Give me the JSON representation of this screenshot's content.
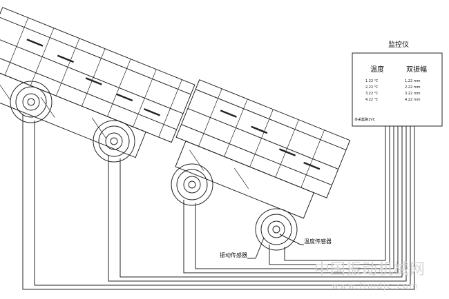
{
  "monitor": {
    "title": "监控仪",
    "temp_header": "温度",
    "amp_header": "双振幅",
    "temperatures": [
      "1.22 ℃",
      "2.22 ℃",
      "3.22 ℃",
      "4.22 ℃"
    ],
    "amplitudes": [
      "1.22 mm",
      "2.22 mm",
      "3.22 mm",
      "4.22 mm"
    ],
    "footer": "多采集路1VC"
  },
  "labels": {
    "temp_sensor": "温度传感器",
    "vibration_sensor": "振动传感器"
  },
  "watermark": {
    "text": "中国振动机械网",
    "url": "www.fimdjc.com"
  }
}
